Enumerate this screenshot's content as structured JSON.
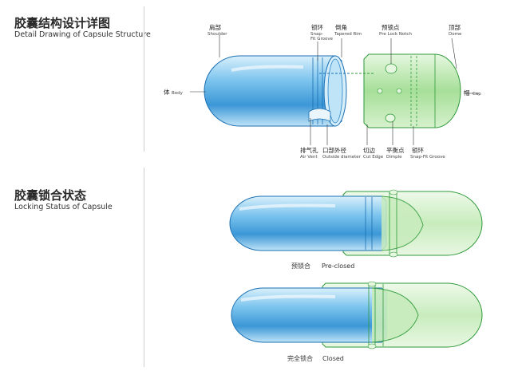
{
  "section1": {
    "title_zh": "胶囊结构设计详图",
    "title_en": "Detail Drawing of Capsule Structure"
  },
  "section2": {
    "title_zh": "胶囊锁合状态",
    "title_en": "Locking Status of Capsule"
  },
  "labels": {
    "shoulder": {
      "zh": "肩部",
      "en": "Shoulder"
    },
    "snap_fit_top": {
      "zh": "锁环",
      "en1": "Snap-",
      "en2": "Fit Groove"
    },
    "tapered_rim": {
      "zh": "倒角",
      "en": "Tapered Rim"
    },
    "pre_lock": {
      "zh": "预锁点",
      "en": "Pre Lock Notch"
    },
    "dome": {
      "zh": "顶部",
      "en": "Dome"
    },
    "body": {
      "zh": "体",
      "en": "Body"
    },
    "cap": {
      "zh": "帽",
      "en": "Cap"
    },
    "air_vent": {
      "zh": "排气孔",
      "en": "Air Vent"
    },
    "outside_diameter": {
      "zh": "口部外径",
      "en": "Outside diameter"
    },
    "cut_edge": {
      "zh": "切边",
      "en": "Cut Edge"
    },
    "dimple": {
      "zh": "平衡点",
      "en": "Dimple"
    },
    "snap_fit_bottom": {
      "zh": "锁环",
      "en": "Snap-Fit Groove"
    }
  },
  "states": {
    "pre_closed": {
      "zh": "预锁合",
      "en": "Pre-closed"
    },
    "closed": {
      "zh": "完全锁合",
      "en": "Closed"
    }
  },
  "colors": {
    "body_blue": "#5fb3e8",
    "cap_green": "#aee3a2",
    "outline_blue": "#1a6fb3",
    "outline_green": "#2f9a3a"
  }
}
